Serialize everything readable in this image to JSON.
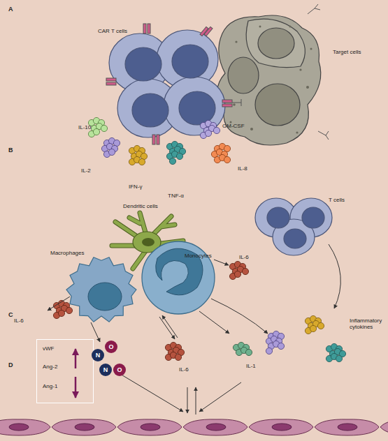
{
  "diagram": {
    "nodes": [
      {
        "text": [
          "vWF",
          "Ang-2",
          "Ang-1"
        ]
      },
      {
        "text": [
          "N"
        ]
      },
      {
        "text": [
          "O"
        ]
      },
      {
        "text": [
          "N"
        ]
      },
      {
        "text": [
          "O"
        ]
      }
    ],
    "labels": [
      "A",
      "CAR T cells",
      "Target cells",
      "IL-10",
      "IL-2",
      "IFN-γ",
      "TNF-α",
      "GM-CSF",
      "IL-8",
      "B",
      "Dendritic cells",
      "T cells",
      "Macrophages",
      "Monocytes",
      "IL-6",
      "C",
      "IL-6",
      "Inflammatory cytokines",
      "IL-6",
      "IL-1",
      "D"
    ]
  }
}
